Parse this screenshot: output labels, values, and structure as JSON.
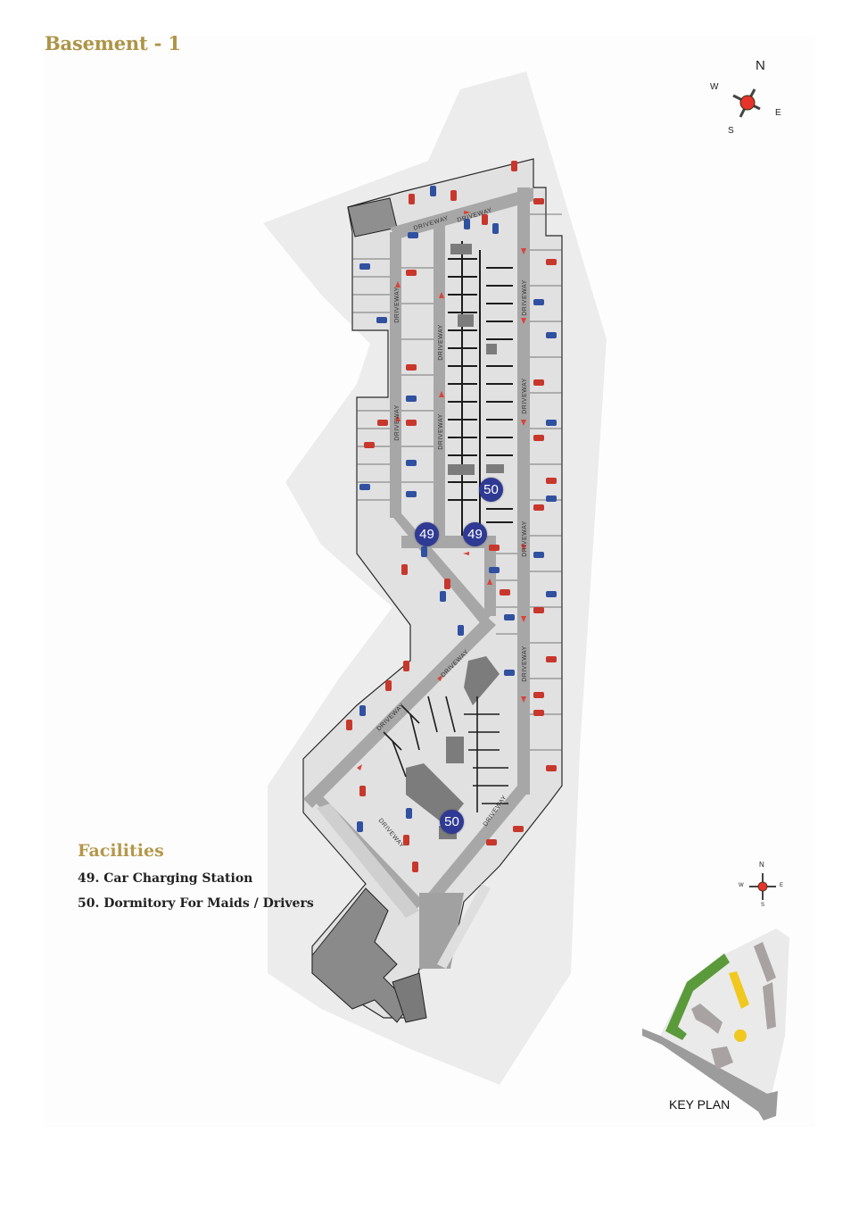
{
  "page": {
    "title": "Basement - 1"
  },
  "compass_main": {
    "n": "N",
    "s": "S",
    "e": "E",
    "w": "W"
  },
  "compass_key": {
    "n": "N",
    "s": "S",
    "e": "E",
    "w": "W"
  },
  "facilities": {
    "heading": "Facilities",
    "items": [
      {
        "number": "49",
        "label": "49. Car Charging Station"
      },
      {
        "number": "50",
        "label": "50. Dormitory For Maids / Drivers"
      }
    ]
  },
  "plan": {
    "markers": [
      {
        "id": "49",
        "label": "49",
        "facility": "Car Charging Station"
      },
      {
        "id": "49b",
        "label": "49",
        "facility": "Car Charging Station"
      },
      {
        "id": "50",
        "label": "50",
        "facility": "Dormitory For Maids / Drivers"
      },
      {
        "id": "50b",
        "label": "50",
        "facility": "Dormitory For Maids / Drivers"
      }
    ],
    "driveway_label": "DRIVEWAY"
  },
  "key_plan": {
    "label": "KEY PLAN"
  },
  "colors": {
    "title_gold": "#ad9446",
    "site_grey": "#ececec",
    "floor_grey": "#e2e2e2",
    "driveway_grey": "#a7a7a7",
    "service_grey": "#8a8a8a",
    "marker_blue": "#2f3a94",
    "compass_red": "#e8322c",
    "car_red": "#c8372c",
    "car_blue": "#3050a0",
    "keyplan_green": "#5a9a3a",
    "keyplan_yellow": "#f0c81e"
  }
}
